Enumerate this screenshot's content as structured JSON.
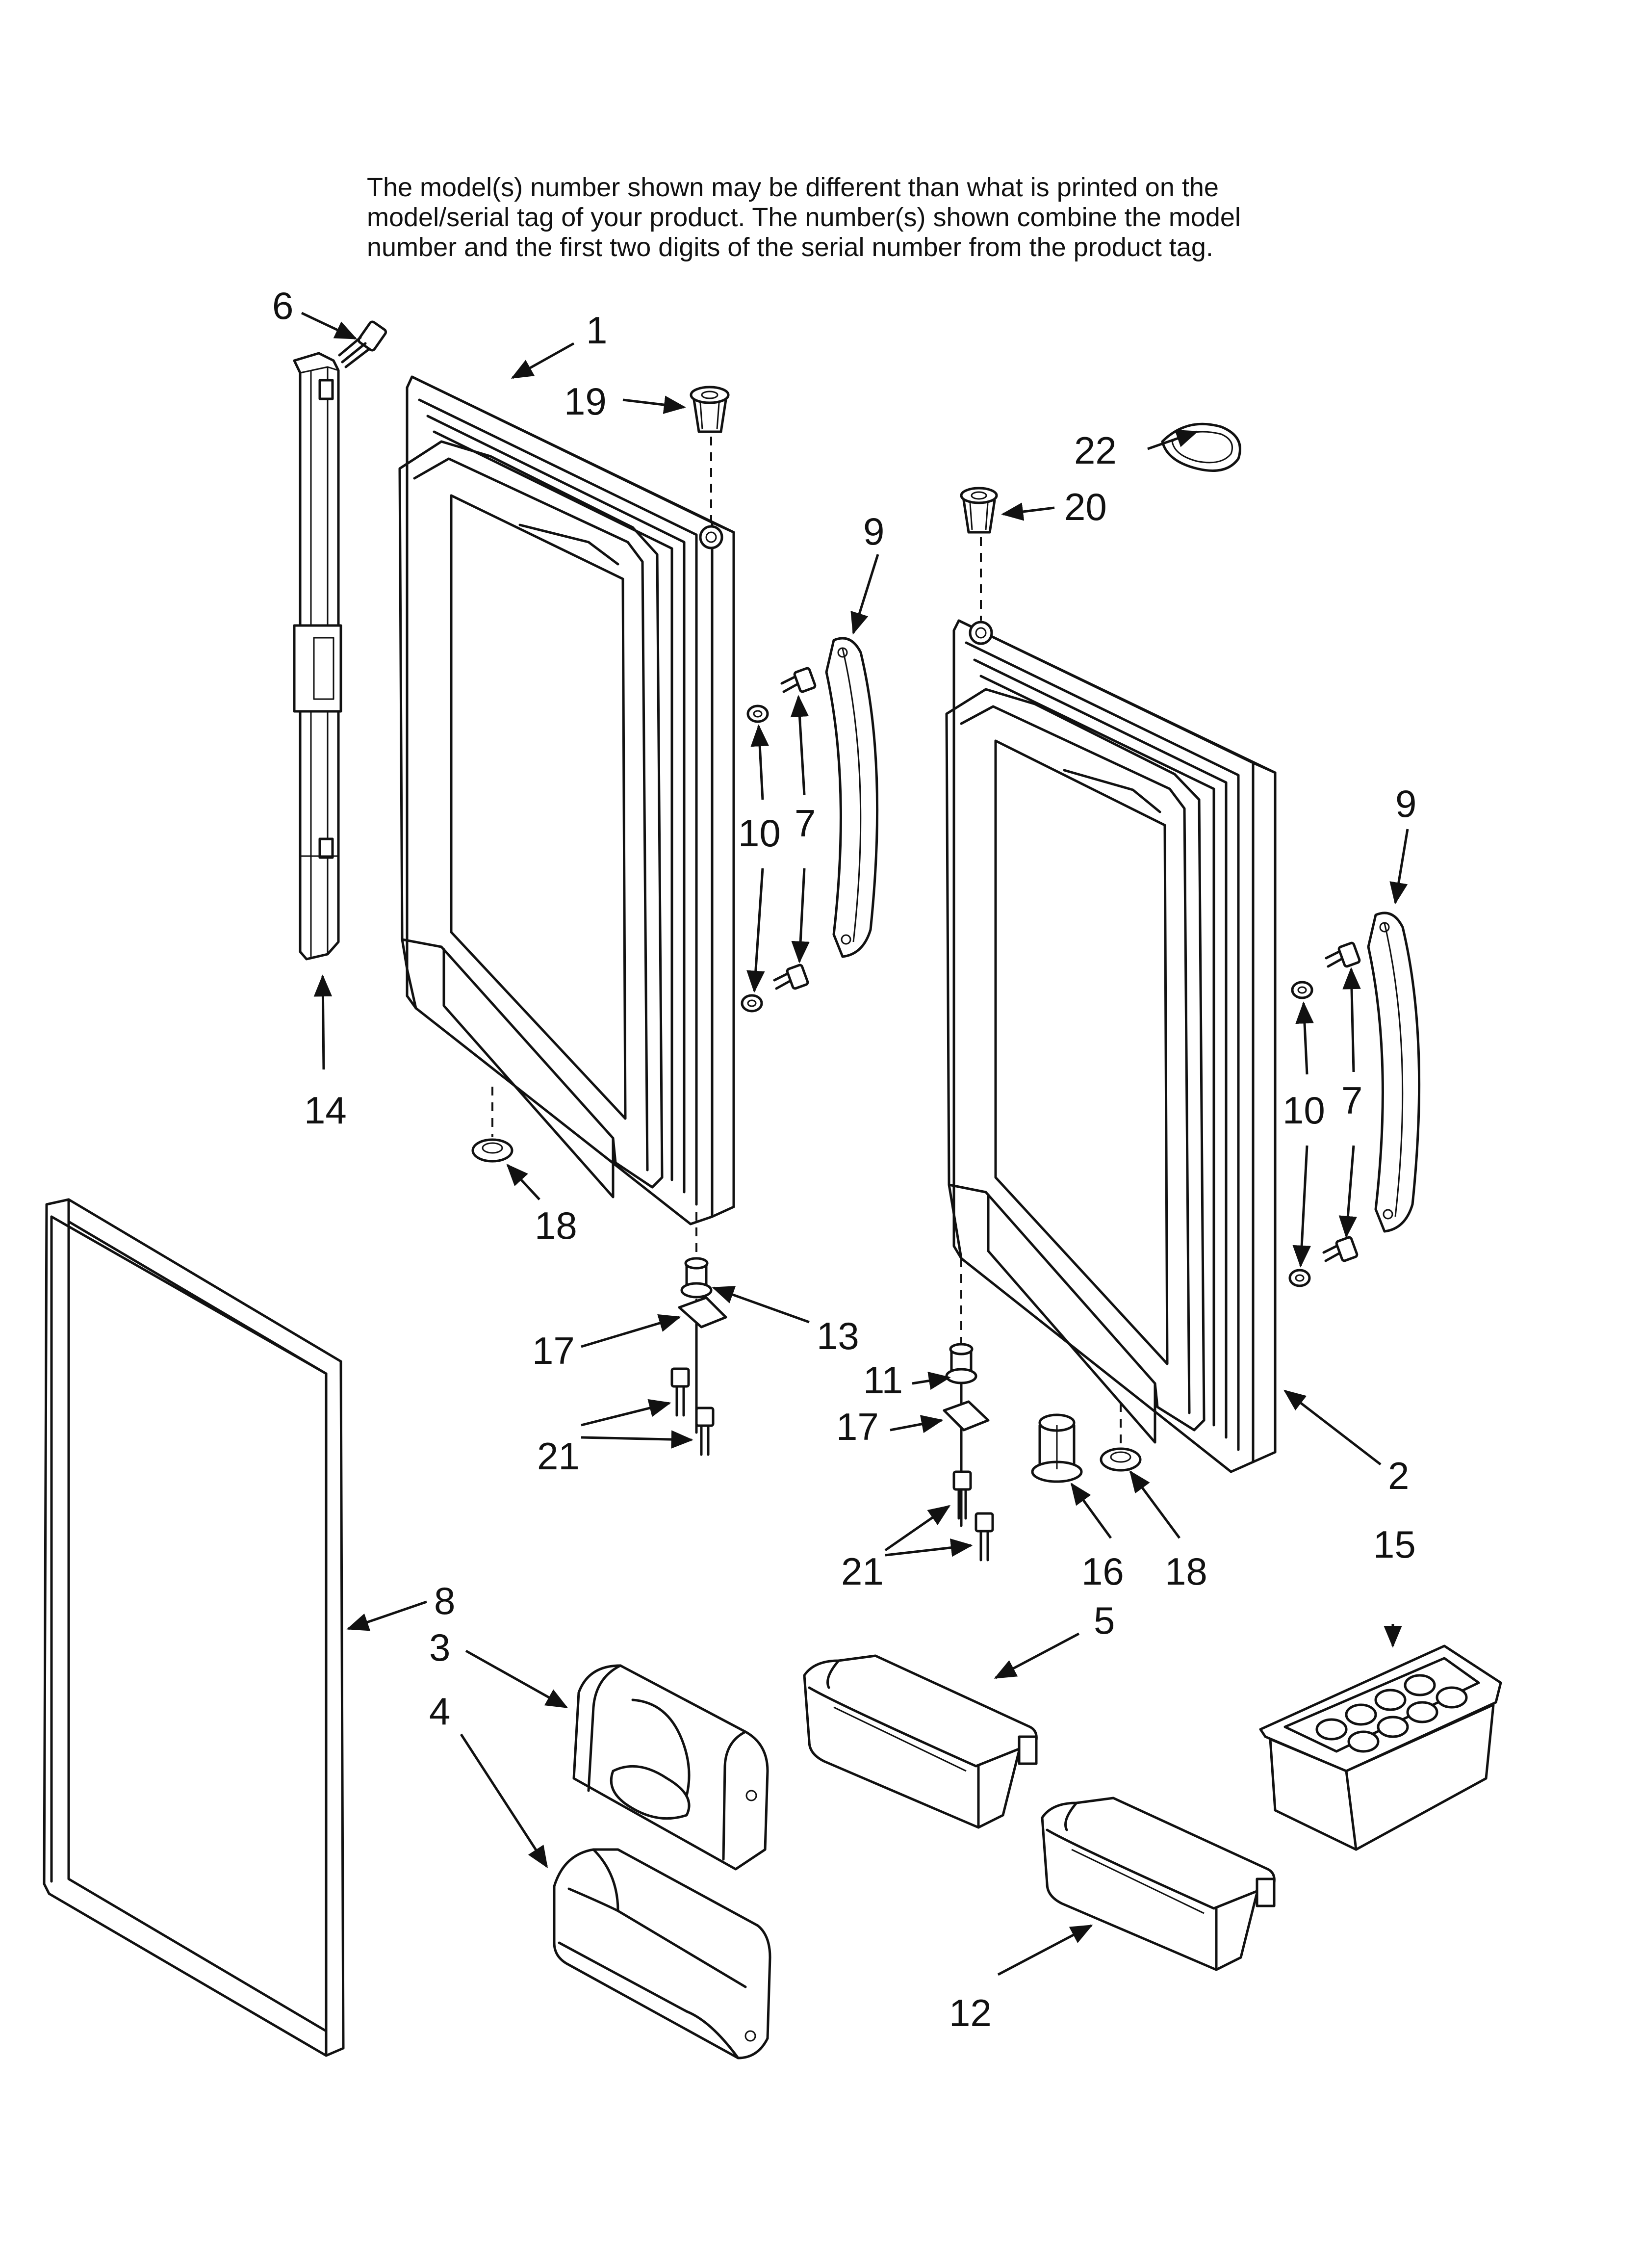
{
  "note": {
    "line1": "The model(s) number shown may be different than what is printed on the",
    "line2": "model/serial tag of your product. The number(s) shown combine the model",
    "line3": "number and the first two digits of the serial number from the product tag."
  },
  "callouts": {
    "c1": "1",
    "c2": "2",
    "c3": "3",
    "c4": "4",
    "c5": "5",
    "c6": "6",
    "c7a": "7",
    "c7b": "7",
    "c8": "8",
    "c9a": "9",
    "c9b": "9",
    "c10a": "10",
    "c10b": "10",
    "c11": "11",
    "c12": "12",
    "c13": "13",
    "c14": "14",
    "c15": "15",
    "c16": "16",
    "c17a": "17",
    "c17b": "17",
    "c18a": "18",
    "c18b": "18",
    "c19": "19",
    "c20": "20",
    "c21a": "21",
    "c21b": "21",
    "c22": "22"
  }
}
